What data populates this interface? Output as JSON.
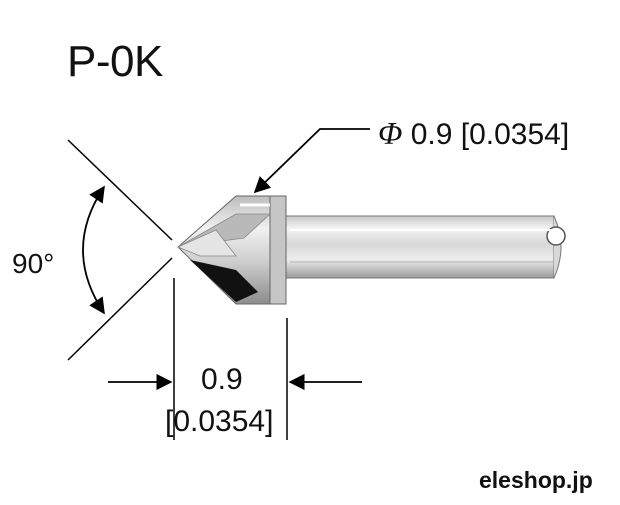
{
  "title": "P-0K",
  "diameter": {
    "symbol": "Φ",
    "value": "0.9 [0.0354]"
  },
  "angle": "90°",
  "length": {
    "value": "0.9",
    "value_inch": "[0.0354]"
  },
  "brand": "eleshop.jp"
}
